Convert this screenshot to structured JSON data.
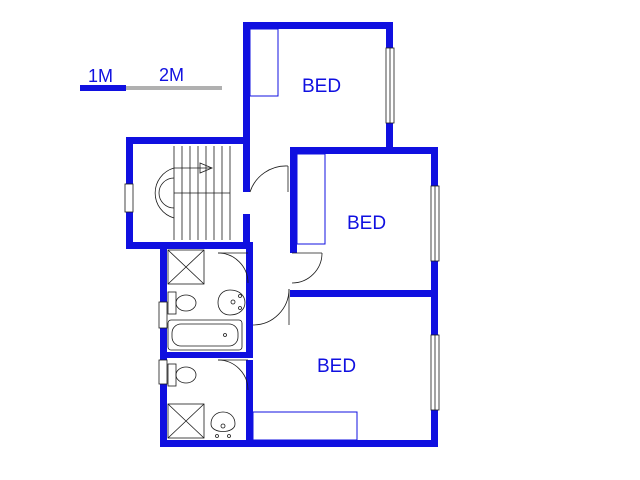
{
  "scale_bar": {
    "label_1": "1M",
    "label_2": "2M"
  },
  "rooms": [
    {
      "id": "bed-1",
      "label": "BED"
    },
    {
      "id": "bed-2",
      "label": "BED"
    },
    {
      "id": "bed-3",
      "label": "BED"
    }
  ],
  "colors": {
    "walls": "#1010e0",
    "fixtures": "#1a1a1a",
    "scale_light": "#b0b0b0"
  }
}
